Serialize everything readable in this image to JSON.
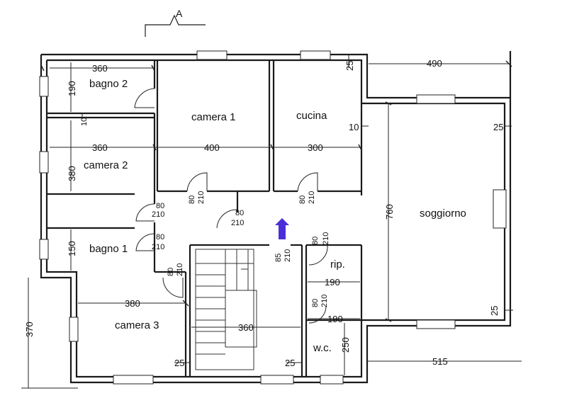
{
  "section_marker": "A",
  "rooms": {
    "bagno2": "bagno 2",
    "camera1": "camera 1",
    "cucina": "cucina",
    "camera2": "camera 2",
    "soggiorno": "soggiorno",
    "bagno1": "bagno 1",
    "rip": "rip.",
    "camera3": "camera 3",
    "wc": "w.c."
  },
  "dimensions": {
    "bagno2_w": "360",
    "bagno2_h": "190",
    "wall_10a": "10",
    "wall_25_top": "25",
    "top_490": "490",
    "camera2_w": "360",
    "camera1_w": "400",
    "cucina_w": "300",
    "wall_10b": "10",
    "wall_25_right": "25",
    "camera2_h": "380",
    "door_bagno2_w": "80",
    "door_bagno2_h": "210",
    "door_camera1_w": "80",
    "door_camera1_h": "210",
    "door_cucina_w": "80",
    "door_cucina_h": "210",
    "door_hall_w": "80",
    "door_hall_h": "210",
    "soggiorno_h": "760",
    "door_bagno1_w": "80",
    "door_bagno1_h": "210",
    "bagno1_h": "150",
    "door_camera3_w": "80",
    "door_camera3_h": "210",
    "entry_w": "85",
    "entry_h": "210",
    "door_rip_w": "80",
    "door_rip_h": "210",
    "rip_w": "190",
    "door_wc_w": "80",
    "door_wc_h": "210",
    "wc_w": "190",
    "camera3_w": "380",
    "stair_w": "360",
    "wc_h": "250",
    "wall_25_right_low": "25",
    "left_370": "370",
    "wall_25_cam3": "25",
    "wall_25_stair": "25",
    "bottom_515": "515"
  },
  "colors": {
    "entry_arrow": "#4a2fd8"
  }
}
